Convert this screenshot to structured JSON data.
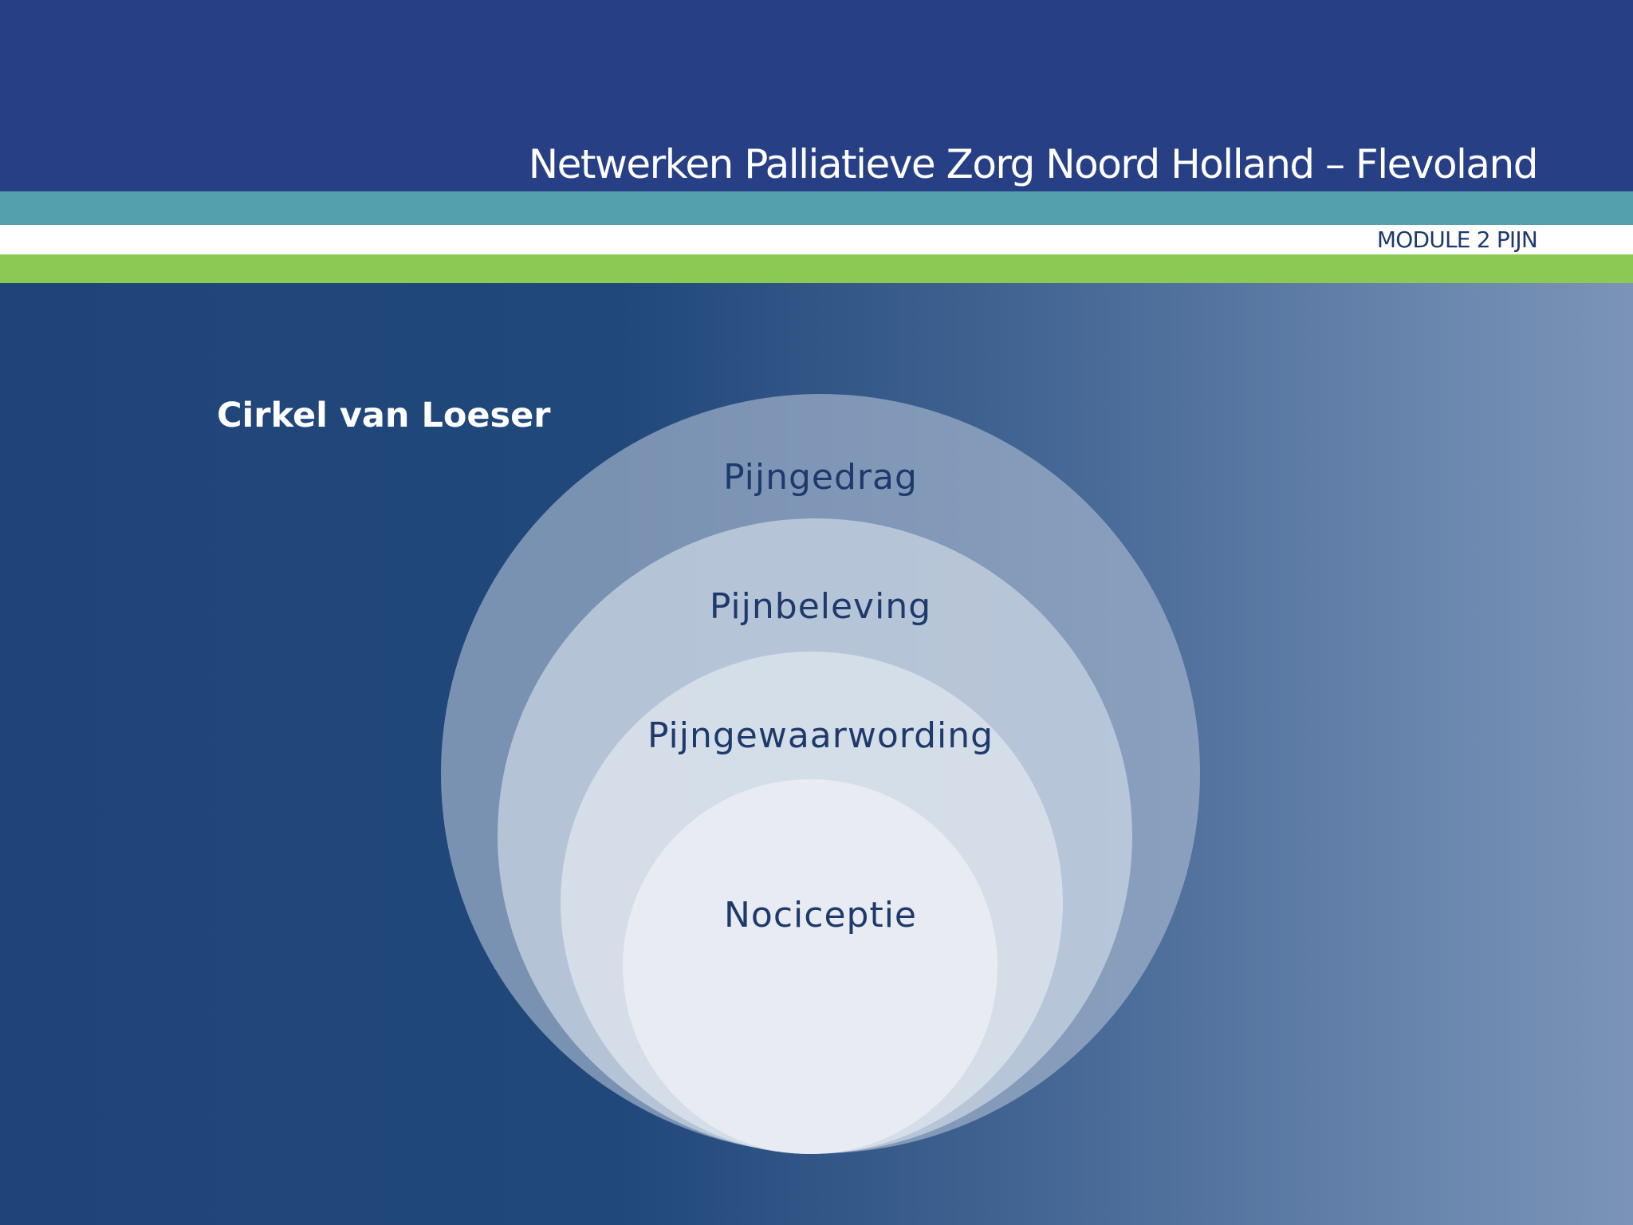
{
  "header": {
    "title": "Netwerken Palliatieve Zorg Noord Holland – Flevoland",
    "module_label": "MODULE 2   PIJN"
  },
  "content": {
    "section_title": "Cirkel van Loeser"
  },
  "diagram": {
    "layers": [
      {
        "label": "Pijngedrag"
      },
      {
        "label": "Pijnbeleving"
      },
      {
        "label": "Pijngewaarwording"
      },
      {
        "label": "Nociceptie"
      }
    ]
  },
  "colors": {
    "header_blue": "#273f85",
    "stripe_teal": "#54a1ad",
    "stripe_green": "#8bc954",
    "text_dark_blue": "#1e3a6c"
  }
}
